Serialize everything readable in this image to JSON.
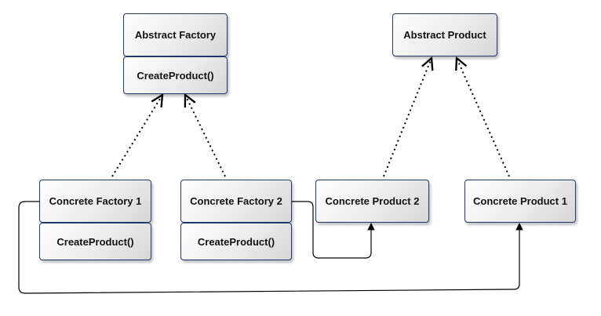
{
  "diagram": {
    "abstract_factory": {
      "title": "Abstract Factory",
      "method": "CreateProduct()"
    },
    "abstract_product": {
      "title": "Abstract Product"
    },
    "concrete_factory_1": {
      "title": "Concrete Factory 1",
      "method": "CreateProduct()"
    },
    "concrete_factory_2": {
      "title": "Concrete Factory 2",
      "method": "CreateProduct()"
    },
    "concrete_product_2": {
      "title": "Concrete Product 2"
    },
    "concrete_product_1": {
      "title": "Concrete Product 1"
    }
  },
  "relations": [
    {
      "from": "concrete_factory_1",
      "to": "abstract_factory",
      "kind": "realization"
    },
    {
      "from": "concrete_factory_2",
      "to": "abstract_factory",
      "kind": "realization"
    },
    {
      "from": "concrete_product_2",
      "to": "abstract_product",
      "kind": "realization"
    },
    {
      "from": "concrete_product_1",
      "to": "abstract_product",
      "kind": "realization"
    },
    {
      "from": "concrete_factory_2",
      "to": "concrete_product_2",
      "kind": "creates"
    },
    {
      "from": "concrete_factory_1",
      "to": "concrete_product_1",
      "kind": "creates"
    }
  ],
  "colors": {
    "border": "#1f3a6d",
    "line": "#000000"
  }
}
